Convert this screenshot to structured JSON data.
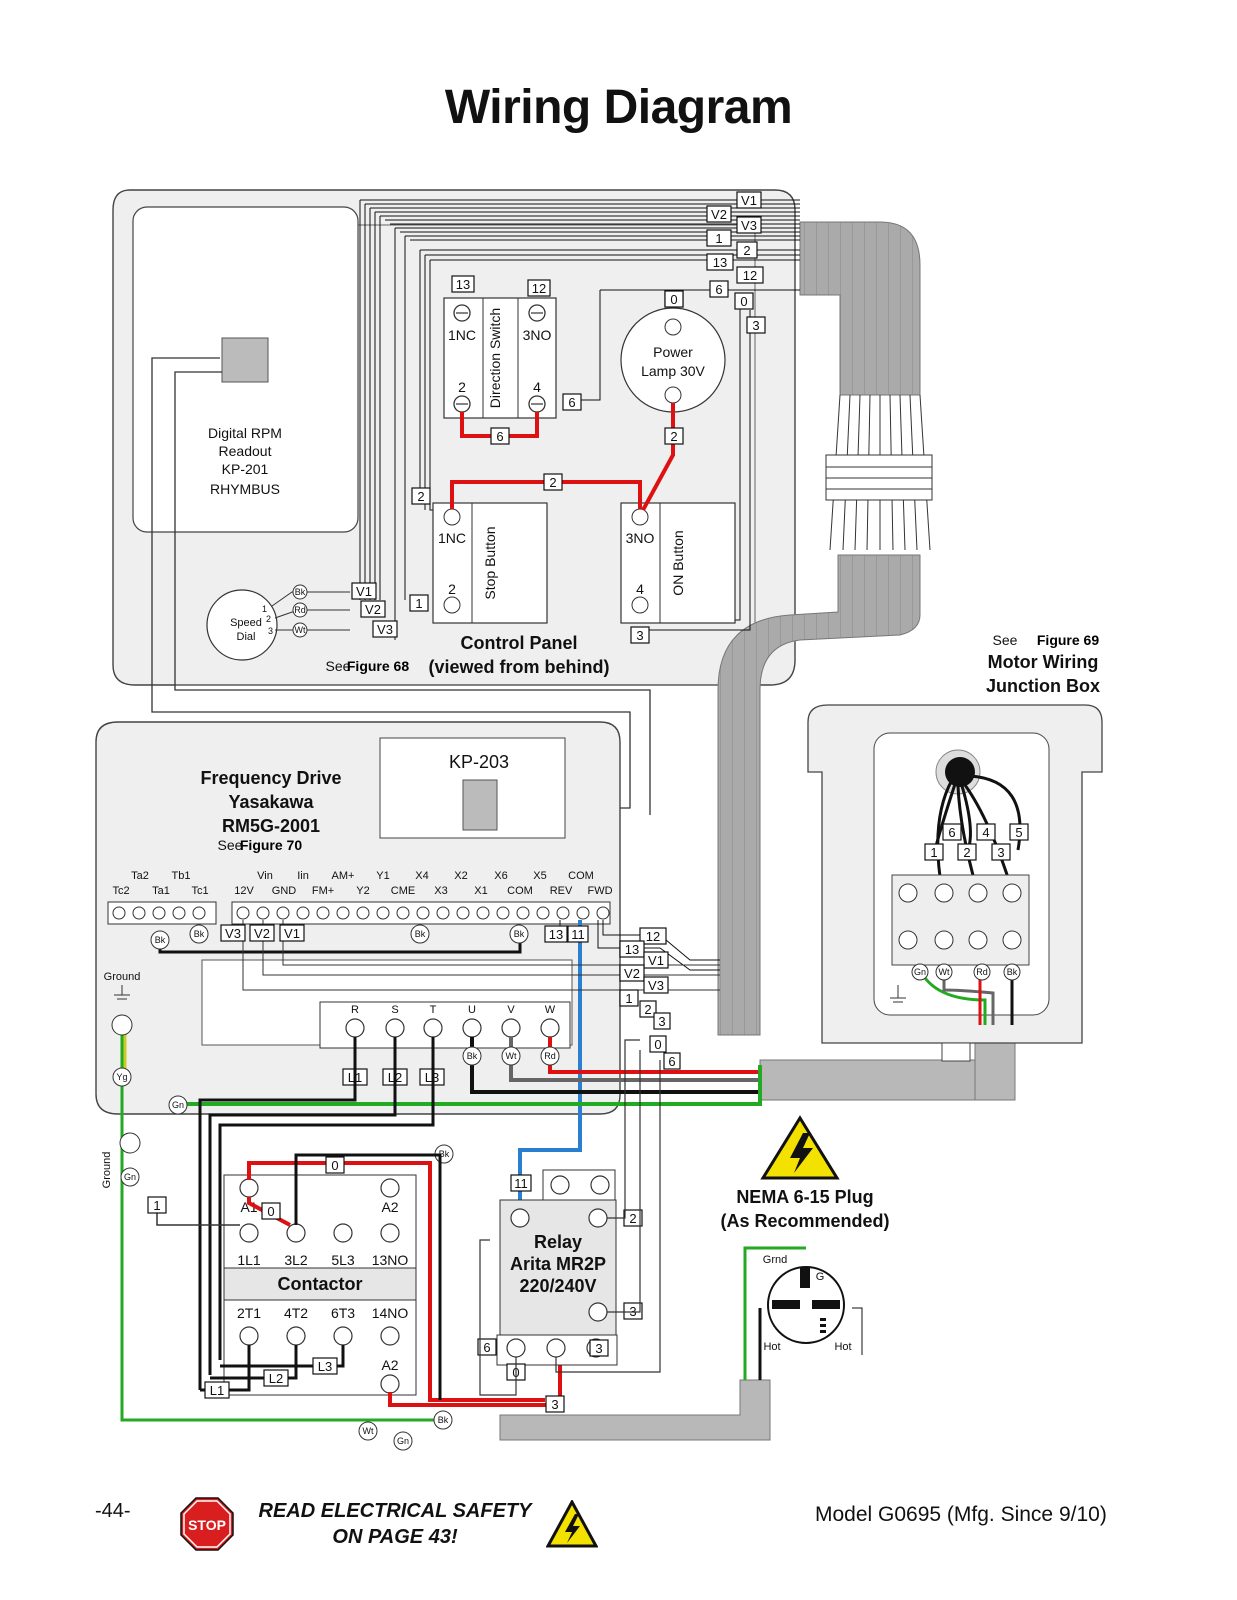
{
  "page": {
    "title": "Wiring Diagram",
    "page_number": "-44-",
    "safety_note_line1": "READ ELECTRICAL SAFETY",
    "safety_note_line2": "ON PAGE 43!",
    "stop_sign_text": "STOP",
    "model": "Model G0695 (Mfg. Since 9/10)"
  },
  "control_panel": {
    "title": "Control Panel",
    "subtitle": "(viewed from behind)",
    "see": "See",
    "figure_ref": "Figure 68",
    "rpm_readout": [
      "Digital RPM",
      "Readout",
      "KP-201",
      "RHYMBUS"
    ],
    "speed_dial": [
      "Speed",
      "Dial"
    ],
    "speed_dial_terms": [
      "1",
      "2",
      "3"
    ],
    "speed_dial_wires": [
      "Bk",
      "Rd",
      "Wt"
    ],
    "direction_switch": {
      "label": "Direction Switch",
      "t1": "1NC",
      "t3": "3NO",
      "t2": "2",
      "t4": "4"
    },
    "power_lamp": [
      "Power",
      "Lamp 30V"
    ],
    "stop_button": {
      "label": "Stop Button",
      "t1": "1NC",
      "t2": "2"
    },
    "on_button": {
      "label": "ON Button",
      "t3": "3NO",
      "t4": "4"
    }
  },
  "frequency_drive": {
    "title": [
      "Frequency Drive",
      "Yasakawa",
      "RM5G-2001"
    ],
    "see": "See",
    "figure_ref": "Figure 70",
    "keypad": "KP-203",
    "top_terminals": [
      "Ta2",
      "Tb1",
      "Vin",
      "Iin",
      "AM+",
      "Y1",
      "X4",
      "X2",
      "X6",
      "X5",
      "COM"
    ],
    "bottom_terminals": [
      "Tc2",
      "Ta1",
      "Tc1",
      "12V",
      "GND",
      "FM+",
      "Y2",
      "CME",
      "X3",
      "X1",
      "COM",
      "REV",
      "FWD"
    ],
    "power_terminals": [
      "R",
      "S",
      "T",
      "U",
      "V",
      "W"
    ],
    "ground": "Ground"
  },
  "motor_junction": {
    "see": "See",
    "figure_ref": "Figure 69",
    "title": [
      "Motor Wiring",
      "Junction Box"
    ],
    "leads": [
      "6",
      "4",
      "5",
      "1",
      "2",
      "3"
    ],
    "wires": [
      "Gn",
      "Wt",
      "Rd",
      "Bk"
    ]
  },
  "contactor": {
    "title": "Contactor",
    "coil": [
      "A1",
      "A2"
    ],
    "top": [
      "1L1",
      "3L2",
      "5L3",
      "13NO"
    ],
    "bottom": [
      "2T1",
      "4T2",
      "6T3",
      "14NO"
    ],
    "bottom_coil": "A2"
  },
  "relay": {
    "title": [
      "Relay",
      "Arita MR2P",
      "220/240V"
    ]
  },
  "plug": {
    "title": [
      "NEMA 6-15 Plug",
      "(As Recommended)"
    ],
    "grnd": "Grnd",
    "g": "G",
    "hot1": "Hot",
    "hot2": "Hot"
  },
  "wire_tags": {
    "cp_right": [
      "V1",
      "V2",
      "V3",
      "1",
      "2",
      "13",
      "12",
      "6",
      "0",
      "0",
      "3"
    ],
    "cp_inner": [
      "13",
      "12",
      "0",
      "6",
      "6",
      "2",
      "2",
      "2",
      "1",
      "3",
      "V1",
      "V2",
      "V3"
    ],
    "vfd": [
      "V3",
      "V2",
      "V1",
      "13",
      "11",
      "12",
      "13",
      "V1",
      "V2",
      "V3",
      "1",
      "2",
      "3",
      "0",
      "6",
      "L1",
      "L2",
      "L3"
    ],
    "lower": [
      "0",
      "0",
      "1",
      "11",
      "2",
      "3",
      "6",
      "3",
      "0",
      "3",
      "L3",
      "L2",
      "L1"
    ],
    "wire_colors": [
      "Bk",
      "Bk",
      "Bk",
      "Bk",
      "Bk",
      "Wt",
      "Rd",
      "Yg",
      "Gn",
      "Gn",
      "Gn",
      "Wt",
      "Bk",
      "Gn",
      "Bk"
    ],
    "ground_label": "Ground"
  }
}
